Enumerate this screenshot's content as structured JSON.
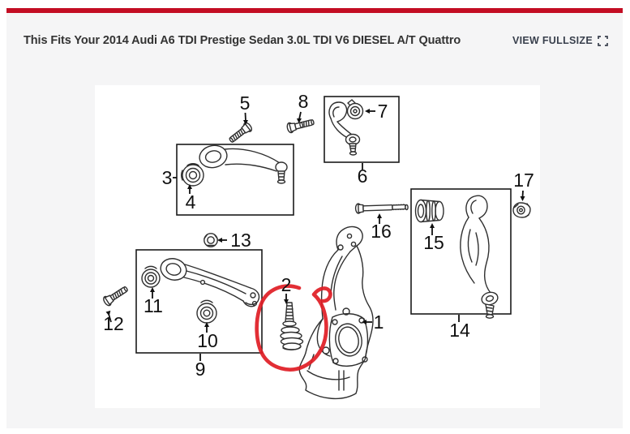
{
  "page": {
    "background": "#ffffff",
    "panel_background": "#f5f5f6",
    "accent_color": "#c30d23"
  },
  "header": {
    "fits_text": "This Fits Your 2014 Audi A6 TDI Prestige Sedan 3.0L TDI V6 DIESEL A/T Quattro",
    "view_fullsize_label": "VIEW FULLSIZE",
    "view_fullsize_icon": "fullscreen-expand"
  },
  "diagram": {
    "type": "parts-diagram",
    "subject": "front suspension exploded parts diagram",
    "highlight_color": "#e01e26",
    "highlighted_callout": "2",
    "callouts": [
      {
        "label": "1"
      },
      {
        "label": "2"
      },
      {
        "label": "3"
      },
      {
        "label": "4"
      },
      {
        "label": "5"
      },
      {
        "label": "6"
      },
      {
        "label": "7"
      },
      {
        "label": "8"
      },
      {
        "label": "9"
      },
      {
        "label": "10"
      },
      {
        "label": "11"
      },
      {
        "label": "12"
      },
      {
        "label": "13"
      },
      {
        "label": "14"
      },
      {
        "label": "15"
      },
      {
        "label": "16"
      },
      {
        "label": "17"
      }
    ]
  }
}
